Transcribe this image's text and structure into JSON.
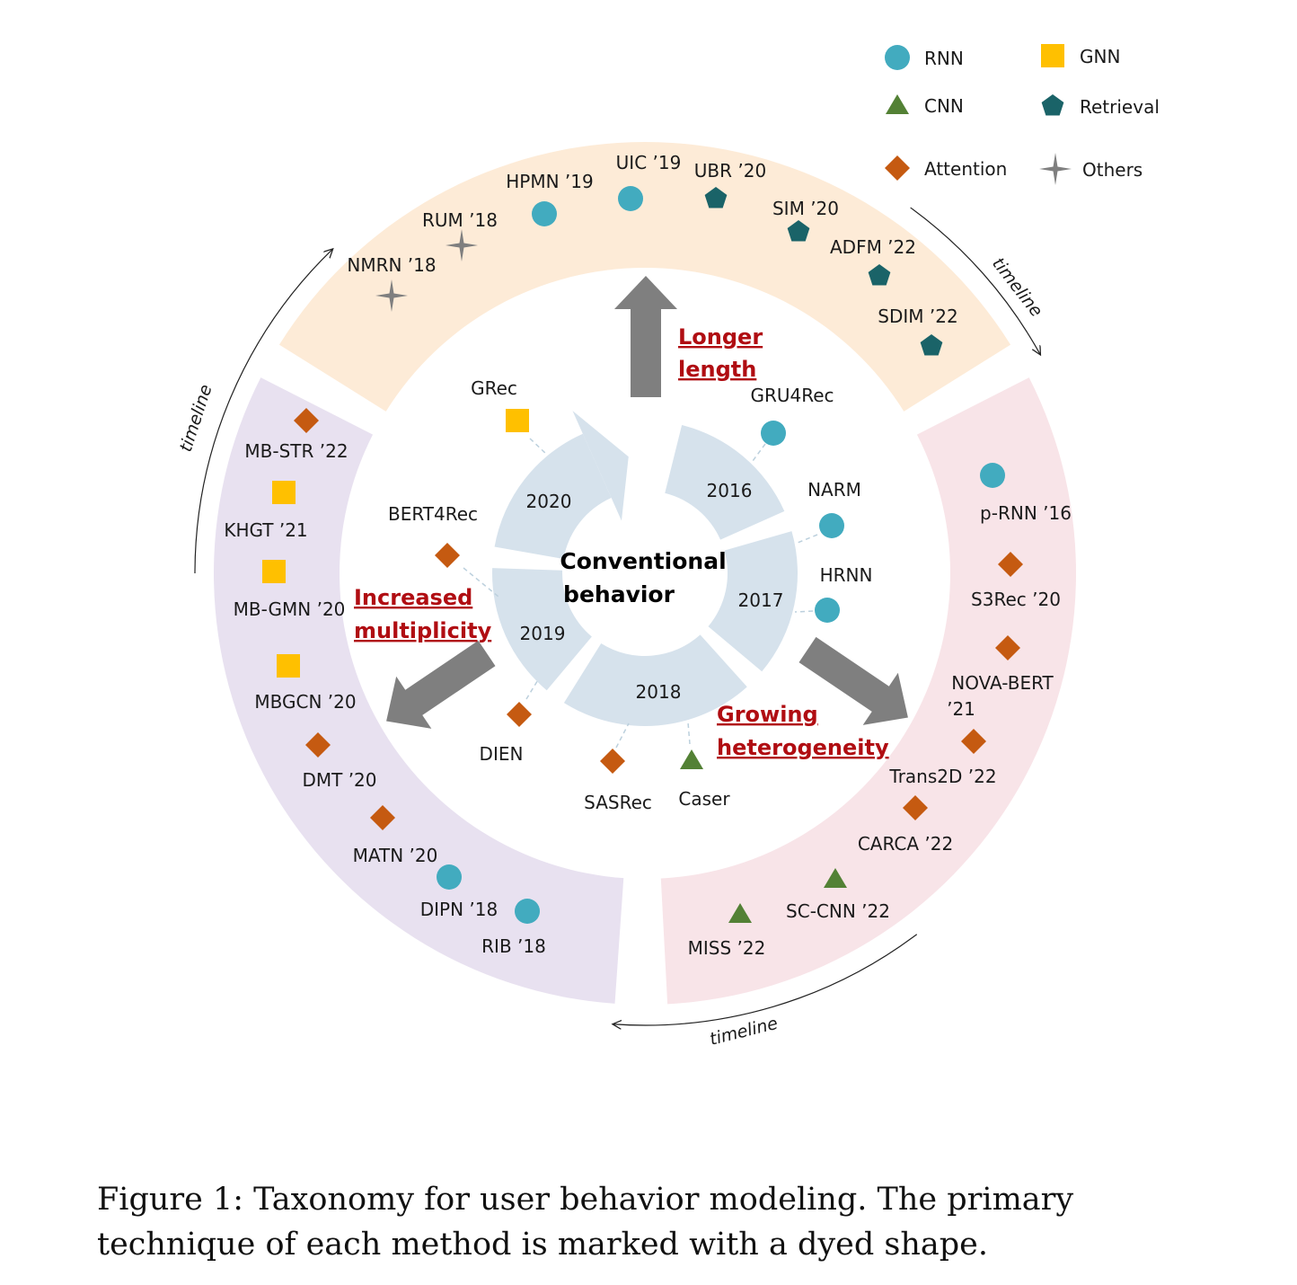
{
  "colors": {
    "RNN": "#42abbf",
    "CNN": "#538135",
    "Attention": "#c55a11",
    "GNN": "#ffc000",
    "Retrieval": "#1a6368",
    "Others": "#7f7f7f",
    "accent_red": "#b00d12",
    "top_band": "#fdebd7",
    "left_band": "#e8e1f0",
    "right_band": "#f8e4e8",
    "inner_ring": "#d6e2ec",
    "arrow": "#7f7f7f"
  },
  "legend": [
    {
      "label": "RNN",
      "type": "RNN",
      "icon": "circle-icon"
    },
    {
      "label": "GNN",
      "type": "GNN",
      "icon": "square-icon"
    },
    {
      "label": "CNN",
      "type": "CNN",
      "icon": "triangle-icon"
    },
    {
      "label": "Retrieval",
      "type": "Retrieval",
      "icon": "pentagon-icon"
    },
    {
      "label": "Attention",
      "type": "Attention",
      "icon": "diamond-icon"
    },
    {
      "label": "Others",
      "type": "Others",
      "icon": "star-icon"
    }
  ],
  "center": {
    "line1": "Conventional",
    "line2": "behavior"
  },
  "years": [
    "2016",
    "2017",
    "2018",
    "2019",
    "2020"
  ],
  "directions": {
    "length": [
      "Longer",
      "length"
    ],
    "multiplicity": [
      "Increased",
      "multiplicity"
    ],
    "heterogeneity": [
      "Growing",
      "heterogeneity"
    ]
  },
  "timeline_label": "timeline",
  "methods": [
    {
      "label": "GRU4Rec",
      "type": "RNN"
    },
    {
      "label": "NARM",
      "type": "RNN"
    },
    {
      "label": "HRNN",
      "type": "RNN"
    },
    {
      "label": "Caser",
      "type": "CNN"
    },
    {
      "label": "SASRec",
      "type": "Attention"
    },
    {
      "label": "DIEN",
      "type": "Attention"
    },
    {
      "label": "BERT4Rec",
      "type": "Attention"
    },
    {
      "label": "GRec",
      "type": "GNN"
    },
    {
      "label": "NMRN ’18",
      "type": "Others"
    },
    {
      "label": "RUM ’18",
      "type": "Others"
    },
    {
      "label": "HPMN ’19",
      "type": "RNN"
    },
    {
      "label": "UIC ’19",
      "type": "RNN"
    },
    {
      "label": "UBR ’20",
      "type": "Retrieval"
    },
    {
      "label": "SIM ’20",
      "type": "Retrieval"
    },
    {
      "label": "ADFM ’22",
      "type": "Retrieval"
    },
    {
      "label": "SDIM ’22",
      "type": "Retrieval"
    },
    {
      "label": "MB-STR ’22",
      "type": "Attention"
    },
    {
      "label": "KHGT ’21",
      "type": "GNN"
    },
    {
      "label": "MB-GMN ’20",
      "type": "GNN"
    },
    {
      "label": "MBGCN ’20",
      "type": "GNN"
    },
    {
      "label": "DMT ’20",
      "type": "Attention"
    },
    {
      "label": "MATN ’20",
      "type": "Attention"
    },
    {
      "label": "DIPN ’18",
      "type": "RNN"
    },
    {
      "label": "RIB ’18",
      "type": "RNN"
    },
    {
      "label": "p-RNN ’16",
      "type": "RNN"
    },
    {
      "label": "S3Rec ’20",
      "type": "Attention"
    },
    {
      "label": "NOVA-BERT ’21",
      "type": "Attention"
    },
    {
      "label": "Trans2D ’22",
      "type": "Attention"
    },
    {
      "label": "CARCA ’22",
      "type": "Attention"
    },
    {
      "label": "SC-CNN ’22",
      "type": "CNN"
    },
    {
      "label": "MISS ’22",
      "type": "CNN"
    }
  ],
  "caption": "Figure 1: Taxonomy for user behavior modeling. The primary technique of each method is marked with a dyed shape."
}
